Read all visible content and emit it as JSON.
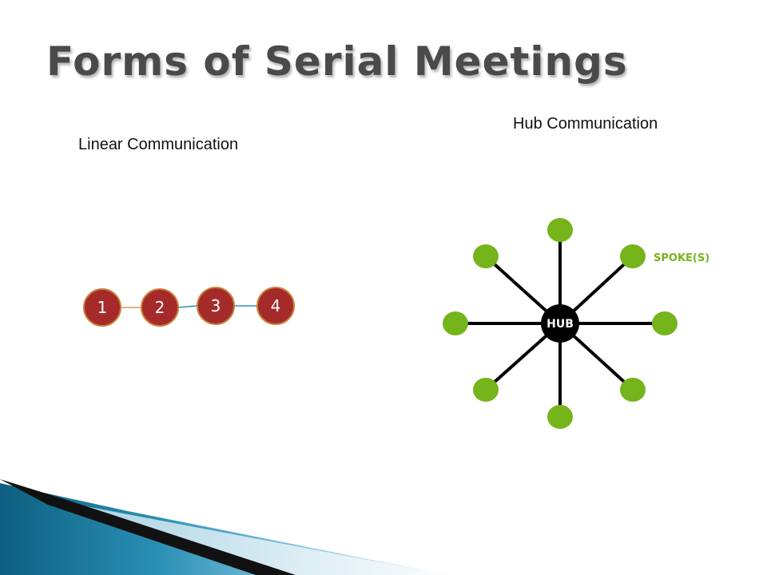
{
  "slide": {
    "title": "Forms of Serial Meetings",
    "linear_label": "Linear Communication",
    "hub_label": "Hub Communication"
  },
  "colors": {
    "title": "#4a4a4a",
    "linear_node_fill": "#a52a2a",
    "linear_node_stroke": "#c87f3a",
    "spoke_node": "#76b41c",
    "hub_node": "#000000",
    "spoke_label": "#76b41c",
    "accent_teal": "#1f7fa0"
  },
  "linear_diagram": {
    "nodes": [
      "1",
      "2",
      "3",
      "4"
    ]
  },
  "hub_diagram": {
    "hub_label": "HUB",
    "spoke_label": "SPOKE(S)",
    "spoke_count": 8
  }
}
